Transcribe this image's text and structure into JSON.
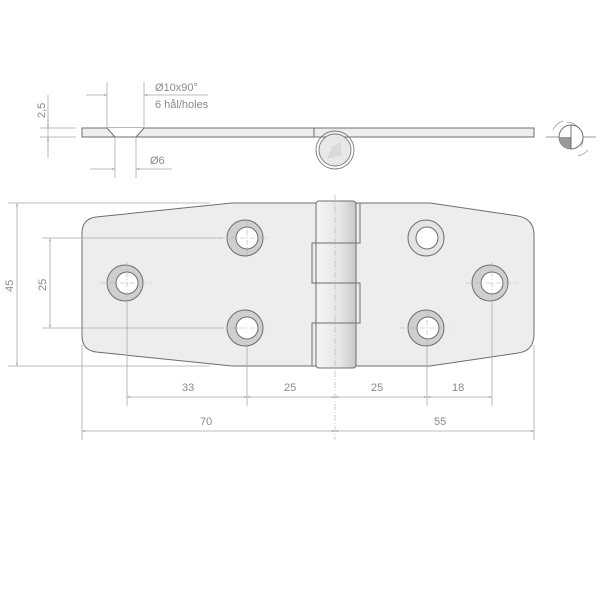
{
  "drawing": {
    "title": "Hinge technical drawing",
    "colors": {
      "plate_fill": "#ededed",
      "outline": "#6e6e6e",
      "dimension": "#a8a8a8",
      "text": "#8a8a8a",
      "countersink": "#cfcfcf"
    },
    "side_view": {
      "thickness_label": "2,5",
      "countersink_label": "Ø10x90°",
      "holes_label": "6 hål/holes",
      "bore_label": "Ø6"
    },
    "front_view": {
      "height_label": "45",
      "hole_spacing_label": "25",
      "bottom_dims_row1": [
        "33",
        "25",
        "25",
        "18"
      ],
      "bottom_dims_row2": [
        "70",
        "55"
      ]
    },
    "projection_symbol": "first-angle-projection-icon"
  }
}
